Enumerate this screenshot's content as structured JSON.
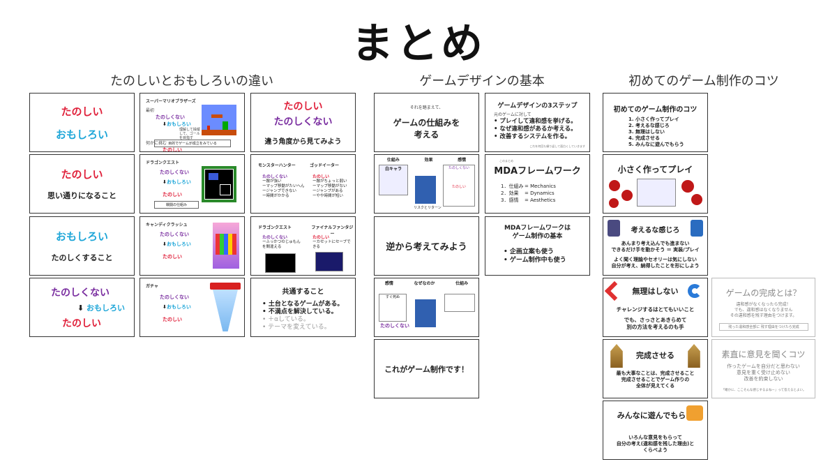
{
  "title": "まとめ",
  "sections": [
    "たのしいとおもしろいの違い",
    "ゲームデザインの基本",
    "初めてのゲーム制作のコツ"
  ],
  "col1": {
    "s1": {
      "a": "たのしい",
      "b": "おもしろい"
    },
    "s2": {
      "head": "スーパーマリオブラザーズ",
      "l1": "最初",
      "l2": "たのしくない",
      "l3": "おもしろい",
      "l4": "理解して操縦して、ゴールを目指す",
      "l5": "何かに挑む",
      "l6": "たのしい",
      "foot": "目的でゲームが成立をみている"
    },
    "s3": {
      "a": "たのしい",
      "b": "たのしくない",
      "c": "違う角度から見てみよう"
    },
    "s4": {
      "a": "たのしい",
      "b": "思い通りになること"
    },
    "s5": {
      "head": "ドラゴンクエスト",
      "l1": "たのしくない",
      "l2": "おもしろい",
      "l3": "たのしい",
      "foot": "戦闘の仕組み"
    },
    "s6": {
      "h1": "モンスターハンター",
      "h2": "ゴッドイーター",
      "a1": "たのしくない",
      "a2": "ー敵が強い\nーマップ移動がたいへん\nージャンプできない\nー時間がかかる",
      "b1": "たのしい",
      "b2": "ー敵がちょっと弱い\nーマップ移動がない\nージャンプがある\nーやや時間が短い"
    },
    "s7": {
      "a": "おもしろい",
      "b": "たのしくすること"
    },
    "s8": {
      "head": "キャンディクラッシュ",
      "l1": "たのしくない",
      "l2": "おもしろい",
      "l3": "たのしい"
    },
    "s9": {
      "h1": "ドラゴンクエスト",
      "h2": "ファイナルファンタジー",
      "a1": "たのしくない",
      "a2": "ーふっかつのじゅもんを間違える",
      "b1": "たのしい",
      "b2": "ーカセットにセーブできる"
    },
    "s10": {
      "a": "たのしくない",
      "b": "おもしろい",
      "c": "たのしい"
    },
    "s11": {
      "head": "ガチャ",
      "l1": "たのしくない",
      "l2": "おもしろい",
      "l3": "たのしい"
    },
    "s12": {
      "head": "共通すること",
      "items": [
        "土台となるゲームがある。",
        "不満点を解決している。",
        "＋αしている。",
        "テーマを変えている。"
      ]
    }
  },
  "col2": {
    "s1": {
      "sub": "それを踏まえて、",
      "a": "ゲームの仕組みを",
      "b": "考える"
    },
    "s2": {
      "head": "ゲームデザインの3ステップ",
      "sub": "元のゲームに対して",
      "items": [
        "プレイして違和感を挙げる。",
        "なぜ違和感があるか考える。",
        "改善するシステムを作る。"
      ],
      "foot": "これを何回も繰り返して面白くしていきます"
    },
    "s3": {
      "t1": "仕組み",
      "t2": "効果",
      "t3": "感情",
      "chara": "白キャラ",
      "l1": "たのしくない",
      "l2": "たのしい",
      "foot": "リスクとリターン"
    },
    "s4": {
      "sub": "このまとめ",
      "head": "MDAフレームワーク",
      "rows": [
        [
          "1．仕組み",
          "= Mechanics"
        ],
        [
          "2．効果",
          "= Dynamics"
        ],
        [
          "3．感情",
          "= Aesthetics"
        ]
      ]
    },
    "s5": {
      "a": "逆から考えてみよう"
    },
    "s6": {
      "a": "MDAフレームワークは",
      "b": "ゲーム制作の基本",
      "items": [
        "企画立案も使う",
        "ゲーム制作中も使う"
      ]
    },
    "s7": {
      "t1": "感情",
      "t2": "なぜなのか",
      "t3": "仕組み",
      "l1": "すぐ死ぬ",
      "l2": "たのしくない"
    },
    "s8": {
      "a": "これがゲーム制作です！"
    }
  },
  "col3": {
    "s1": {
      "head": "初めてのゲーム制作のコツ",
      "items": [
        "1. 小さく作ってプレイ",
        "2. 考えるな感じろ",
        "3. 無理はしない",
        "4. 完成させる",
        "5. みんなに遊んでもらう"
      ]
    },
    "s2": {
      "head": "小さく作ってプレイ"
    },
    "s3": {
      "head": "考えるな感じろ",
      "l1": "あんまり考え込んでも進まない",
      "l2": "できるだけ手を動かそう ＝ 実装/プレイ",
      "l3": "よく聞く理論やセオリーは気にしない",
      "l4": "自分が考え、納得したことを形にしよう"
    },
    "s4": {
      "head": "無理はしない",
      "l1": "チャレンジするはとてもいいこと",
      "l2": "でも、さっさとあきらめて",
      "l3": "別の方法を考えるのも手"
    },
    "s5": {
      "head": "ゲームの完成とは？",
      "l1": "違和感がなくなったら完成！",
      "l2": "でも、違和感はなくなりません",
      "l3": "その違和感を残す理由をつけます。",
      "foot": "残った違和感全部に 残す理由をつけたら完成"
    },
    "s6": {
      "head": "完成させる",
      "l1": "最も大事なことは、完成させること",
      "l2": "完成させることでゲーム作りの",
      "l3": "全体が見えてくる"
    },
    "s7": {
      "head": "素直に意見を聞くコツ",
      "l1": "作ったゲームを自分だと思わない",
      "l2": "意見を重く受け止めない",
      "l3": "改善を約束しない",
      "foot": "「確かに、ここそんな感じするよねー」って答えるとよい。"
    },
    "s8": {
      "head": "みんなに遊んでもらう",
      "l1": "いろんな意見をもらって",
      "l2": "自分の考え(違和感を残した理由)と",
      "l3": "くらべよう"
    }
  }
}
